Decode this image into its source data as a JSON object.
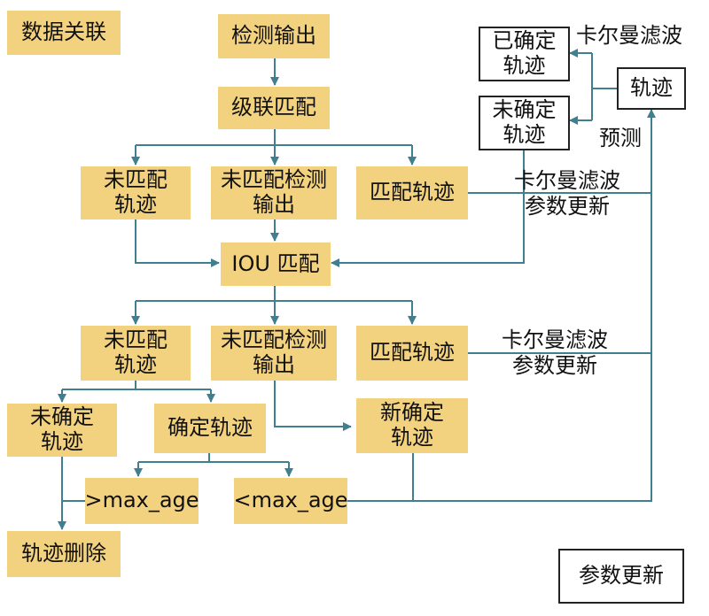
{
  "nodes": {
    "data_association": "数据关联",
    "detection_output": "检测输出",
    "cascade_match": "级联匹配",
    "unmatched_tracks_1": "未匹配\n轨迹",
    "unmatched_detections_1": "未匹配检测\n输出",
    "matched_tracks_1": "匹配轨迹",
    "iou_match": "IOU 匹配",
    "unmatched_tracks_2": "未匹配\n轨迹",
    "unmatched_detections_2": "未匹配检测\n输出",
    "matched_tracks_2": "匹配轨迹",
    "unconfirmed_tracks_left": "未确定\n轨迹",
    "confirmed_tracks_mid": "确定轨迹",
    "new_confirmed_tracks": "新确定\n轨迹",
    "gt_max_age": ">max_age",
    "lt_max_age": "<max_age",
    "track_delete": "轨迹删除",
    "confirmed_tracks_right": "已确定\n轨迹",
    "unconfirmed_tracks_right": "未确定\n轨迹",
    "tracks_right": "轨迹",
    "param_update_legend": "参数更新"
  },
  "labels": {
    "kalman_top": "卡尔曼滤波",
    "predict": "预测",
    "kalman_update_1": "卡尔曼滤波\n参数更新",
    "kalman_update_2": "卡尔曼滤波\n参数更新"
  },
  "colors": {
    "node_fill": "#f3d27f",
    "line": "#3f7f8f"
  }
}
